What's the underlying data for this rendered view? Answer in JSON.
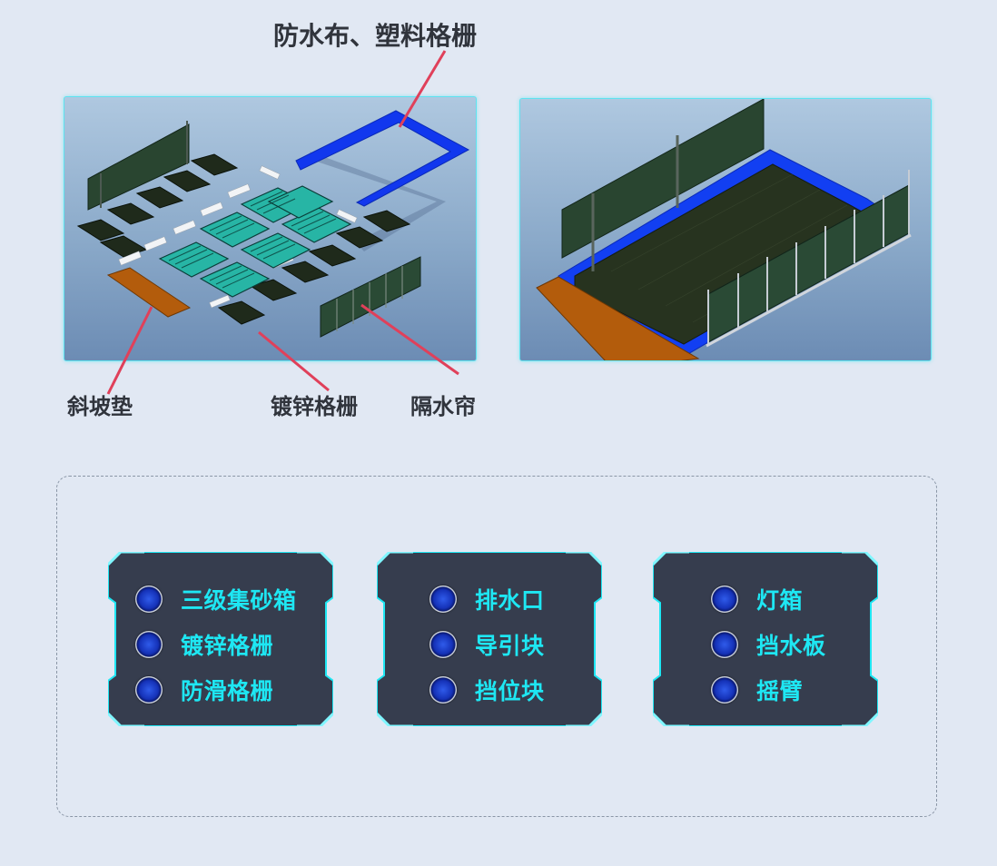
{
  "callouts": {
    "top": "防水布、塑料格栅",
    "ramp": "斜坡垫",
    "galvanized": "镀锌格栅",
    "curtain": "隔水帘"
  },
  "legend": {
    "groups": [
      {
        "items": [
          "三级集砂箱",
          "镀锌格栅",
          "防滑格栅"
        ]
      },
      {
        "items": [
          "排水口",
          "导引块",
          "挡位块"
        ]
      },
      {
        "items": [
          "灯箱",
          "挡水板",
          "摇臂"
        ]
      }
    ]
  },
  "colors": {
    "page_background": "#e1e8f3",
    "accent_cyan": "#1ee7f3",
    "legend_panel": "#363d4e",
    "tarp_blue": "#0f3df0",
    "grating_dark": "#1f2a1b",
    "ramp_orange": "#b35c0c",
    "leader_red": "#e0405a"
  }
}
